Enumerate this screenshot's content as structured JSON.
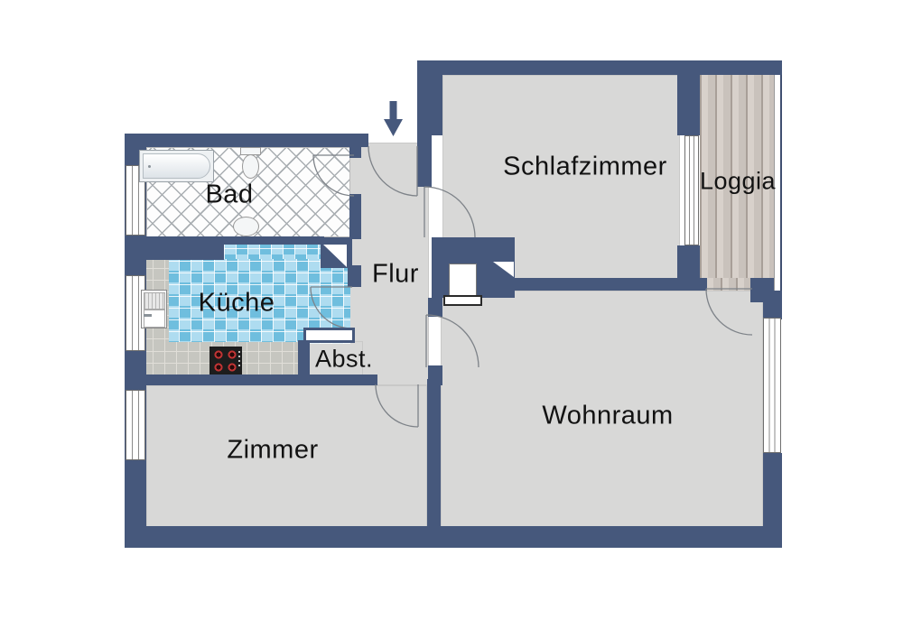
{
  "plan": {
    "type": "apartment-floor-plan",
    "colors": {
      "wall": "#46587c",
      "floor": "#d8d8d7",
      "tile_blue": "#aedcf0",
      "tile_blue_dark": "#6fbede",
      "counter_gray": "#c6c6c0",
      "wood": "#d3ccc6",
      "door_arc": "#7d8288"
    },
    "rooms": {
      "bad": {
        "label": "Bad"
      },
      "kueche": {
        "label": "Küche"
      },
      "flur": {
        "label": "Flur"
      },
      "abstellraum": {
        "label": "Abst."
      },
      "schlafzimmer": {
        "label": "Schlafzimmer"
      },
      "loggia": {
        "label": "Loggia"
      },
      "zimmer": {
        "label": "Zimmer"
      },
      "wohnraum": {
        "label": "Wohnraum"
      }
    },
    "entrance": {
      "icon": "arrow-down",
      "meaning": "entrance"
    },
    "fixtures": [
      "bathtub",
      "toilet",
      "bathroom-sink",
      "kitchen-sink",
      "stove",
      "shaft",
      "radiator"
    ],
    "windows_count": 5,
    "doors_count": 7
  }
}
